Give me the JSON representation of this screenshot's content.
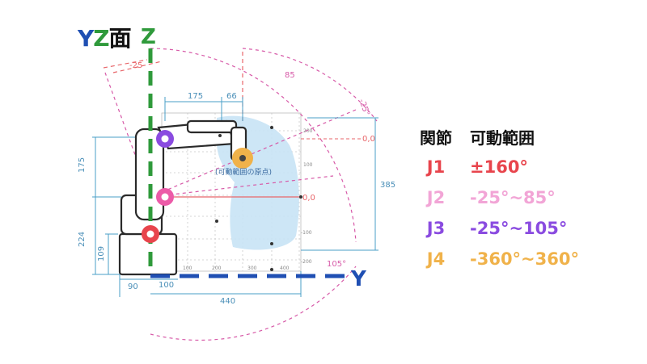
{
  "title": {
    "y": "Y",
    "z": "Z",
    "plane": "面"
  },
  "axis_labels": {
    "z": "Z",
    "y": "Y"
  },
  "angle_labels": {
    "a_minus25_top": "-25",
    "a_85": "85",
    "a_minus25_right": "-25°",
    "a_105": "105°"
  },
  "dimensions": {
    "d175_top": "175",
    "d66": "66",
    "d175_left": "175",
    "d224": "224",
    "d109": "109",
    "d90": "90",
    "d100": "100",
    "d440": "440",
    "d385": "385"
  },
  "markers": {
    "zero_top": "0,0",
    "zero_mid": "0,0"
  },
  "origin_note": "(可動範囲の原点)",
  "grid_ticks_right": [
    "200",
    "100",
    "-100",
    "-200"
  ],
  "grid_ticks_bottom": [
    "100",
    "200",
    "300",
    "400"
  ],
  "legend": {
    "header": {
      "joint": "関節",
      "range": "可動範囲"
    },
    "rows": [
      {
        "joint": "J1",
        "range": "±160°",
        "color": "#e8444c"
      },
      {
        "joint": "J2",
        "range": "-25°~85°",
        "color": "#f2a5d6"
      },
      {
        "joint": "J3",
        "range": "-25°~105°",
        "color": "#8a4be0"
      },
      {
        "joint": "J4",
        "range": "-360°~360°",
        "color": "#f0b24a"
      }
    ]
  },
  "colors": {
    "z_axis": "#2f9a3b",
    "y_axis": "#1f4fb3",
    "j1": "#e8444c",
    "j2": "#ec5ba8",
    "j3": "#8a4be0",
    "j4": "#f0b24a",
    "workspace": "#c8e3f5",
    "dims": "#4a9fc7",
    "dash_arc": "#d75aa8",
    "ref_line": "#e8666a"
  }
}
